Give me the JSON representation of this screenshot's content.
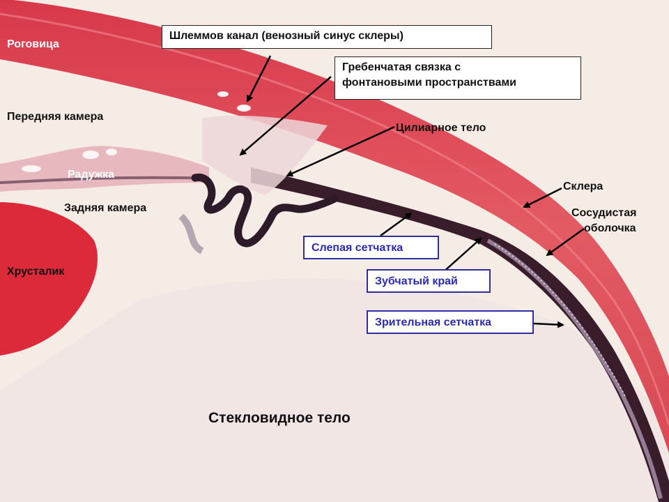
{
  "labels": {
    "cornea": "Роговица",
    "anterior_chamber": "Передняя камера",
    "iris": "Радужка",
    "posterior_chamber": "Задняя камера",
    "lens": "Хрусталик",
    "vitreous": "Стекловидное тело",
    "ciliary_body": "Цилиарное тело",
    "sclera": "Склера",
    "choroid_line1": "Сосудистая",
    "choroid_line2": "оболочка"
  },
  "boxes": {
    "schlemm": "Шлеммов канал (венозный синус склеры)",
    "pectinate_line1": "Гребенчатая связка с",
    "pectinate_line2": "фонтановыми пространствами",
    "blind_retina": "Слепая сетчатка",
    "ora_serrata": "Зубчатый край",
    "optic_retina": "Зрительная сетчатка"
  },
  "colors": {
    "background": "#f6ece6",
    "tissue_red": "#d9404c",
    "tissue_dark": "#3a1d2a",
    "box_border_blue": "#2e2e9e",
    "box_text_blue": "#2a2ab8"
  }
}
